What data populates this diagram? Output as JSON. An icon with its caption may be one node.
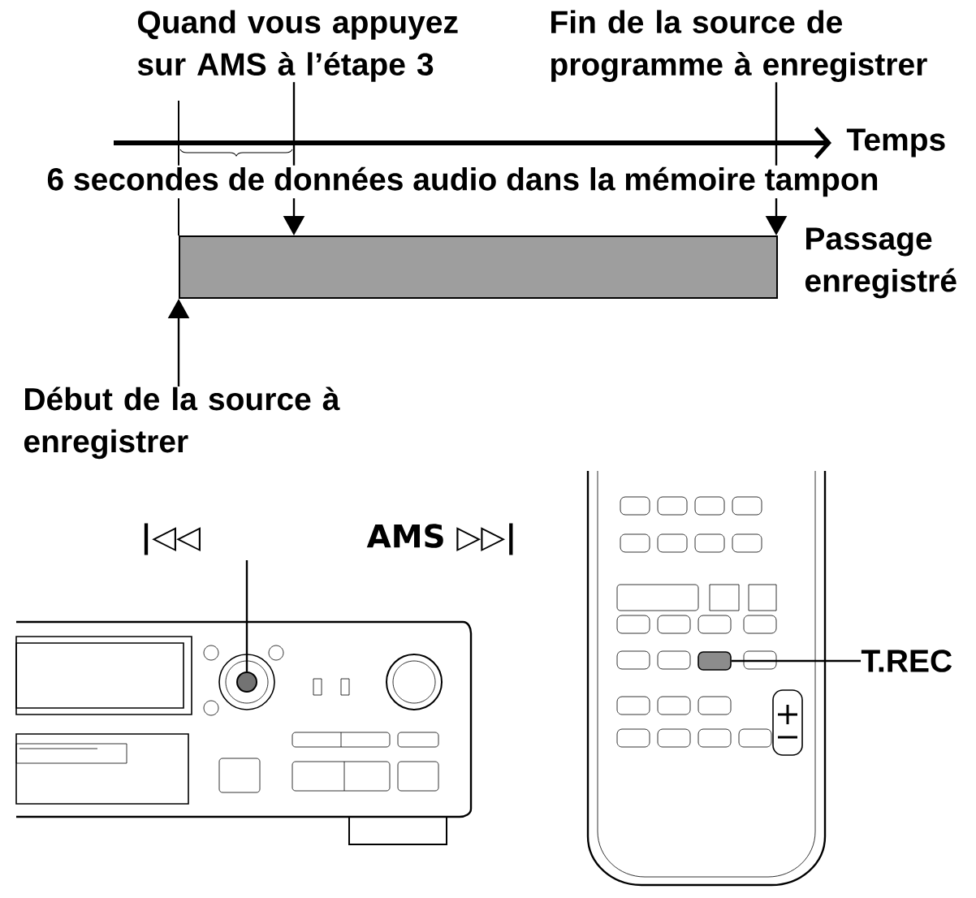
{
  "diagram": {
    "nodes": [
      {
        "text": [
          "Quand vous appuyez sur AMS à l’étape 3"
        ]
      },
      {
        "text": [
          "Fin de la source de programme à enregistrer"
        ]
      },
      {
        "text": [],
        "shape": "bar",
        "beside": [
          "Passage enregistré"
        ]
      },
      {
        "text": [
          "Début de la source à enregistrer"
        ]
      },
      {
        "text": [],
        "shape": "circle"
      },
      {
        "text": [],
        "shape": "box"
      },
      {
        "text": [
          "T.REC"
        ]
      }
    ],
    "edges": [
      {
        "from": 0,
        "to": 2,
        "arrow": "to"
      },
      {
        "from": 1,
        "to": 2,
        "arrow": "to"
      },
      {
        "from": 3,
        "to": 2,
        "arrow": "to"
      },
      {
        "from": null,
        "to": 4,
        "arrow": "none"
      },
      {
        "from": 6,
        "to": 5,
        "arrow": "none"
      }
    ],
    "labels": [
      "Temps",
      "6 secondes de données audio dans la mémoire tampon",
      "|◁◁",
      "AMS ▷▷|"
    ]
  }
}
